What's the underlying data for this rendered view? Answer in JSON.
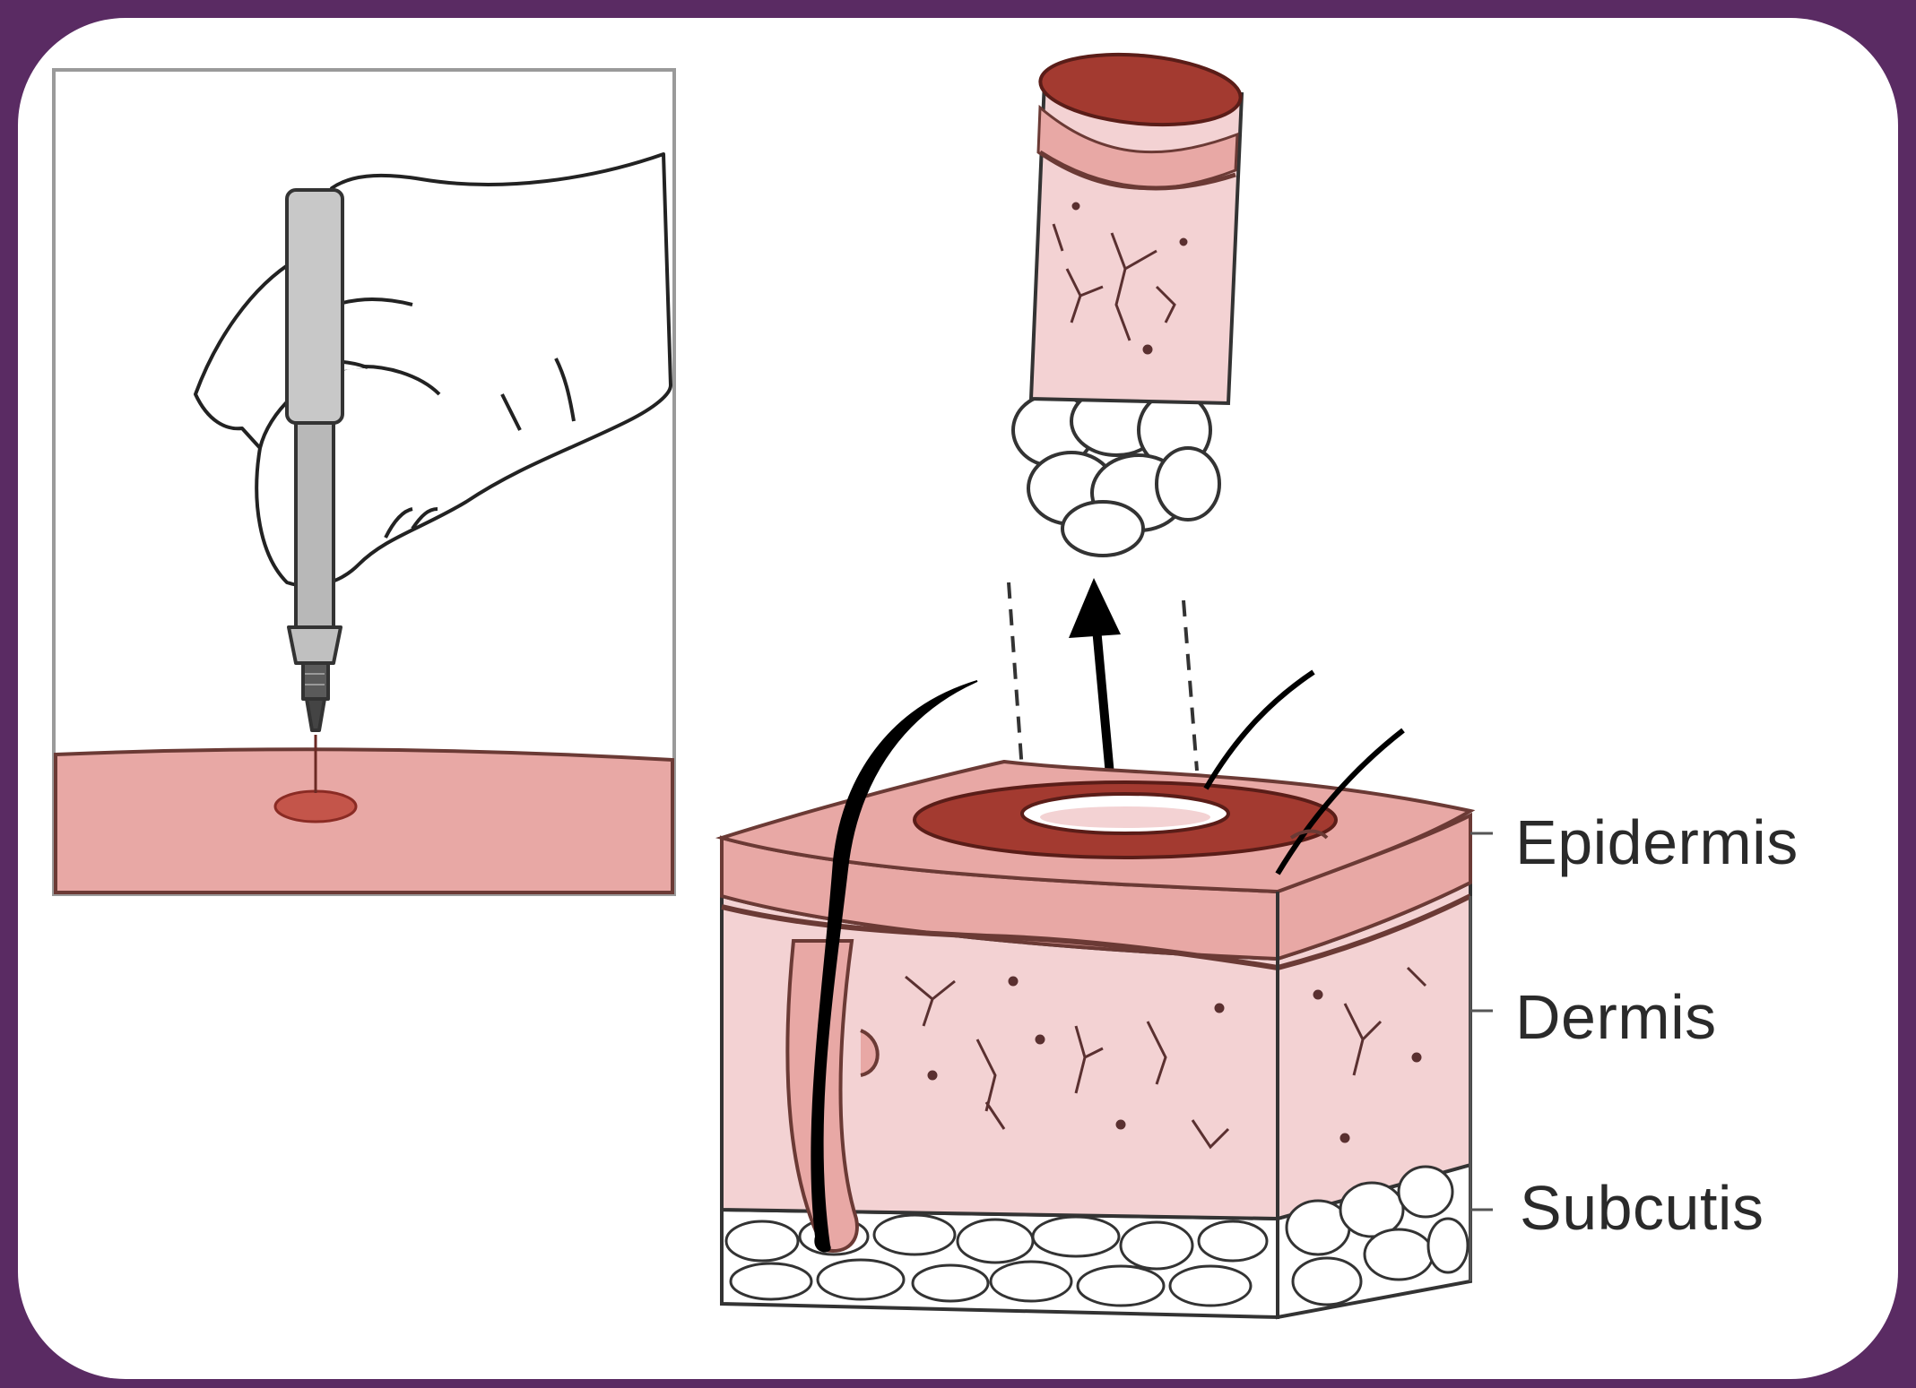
{
  "labels": {
    "epidermis": "Epidermis",
    "dermis": "Dermis",
    "subcutis": "Subcutis"
  },
  "colors": {
    "frame": "#5a2b63",
    "card": "#ffffff",
    "skin": "#e8a8a5",
    "skin_dark": "#a33a30",
    "wound": "#c4554a",
    "dermis": "#f3d2d3",
    "fat": "#ffffff",
    "outline": "#3a1d1d"
  },
  "icons": {
    "inset": "punch-biopsy-tool-in-hand",
    "main": "skin-block-cross-section",
    "core": "extracted-tissue-core",
    "arrow": "upward-extraction-arrow"
  }
}
